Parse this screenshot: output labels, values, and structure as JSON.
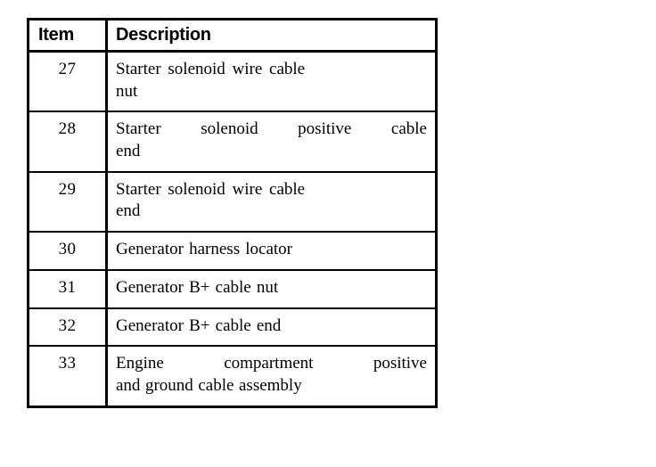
{
  "table": {
    "columns": [
      {
        "key": "item",
        "label": "Item"
      },
      {
        "key": "description",
        "label": "Description"
      }
    ],
    "rows": [
      {
        "item": "27",
        "description": "Starter solenoid wire cable nut",
        "line_a": "Starter solenoid wire cable",
        "line_b": "nut"
      },
      {
        "item": "28",
        "description": "Starter solenoid positive cable end",
        "line_a": "Starter solenoid positive cable",
        "line_b": "end"
      },
      {
        "item": "29",
        "description": "Starter solenoid wire cable end",
        "line_a": "Starter solenoid wire cable",
        "line_b": "end"
      },
      {
        "item": "30",
        "description": "Generator harness locator",
        "line_a": "Generator harness locator",
        "line_b": ""
      },
      {
        "item": "31",
        "description": "Generator B+ cable nut",
        "line_a": "Generator B+ cable nut",
        "line_b": ""
      },
      {
        "item": "32",
        "description": "Generator B+ cable end",
        "line_a": "Generator B+ cable end",
        "line_b": ""
      },
      {
        "item": "33",
        "description": "Engine compartment positive and ground cable assembly",
        "line_a": "Engine compartment positive",
        "line_b": "and ground cable assembly"
      }
    ]
  },
  "colors": {
    "border": "#000000",
    "text": "#000000",
    "background": "#ffffff"
  }
}
